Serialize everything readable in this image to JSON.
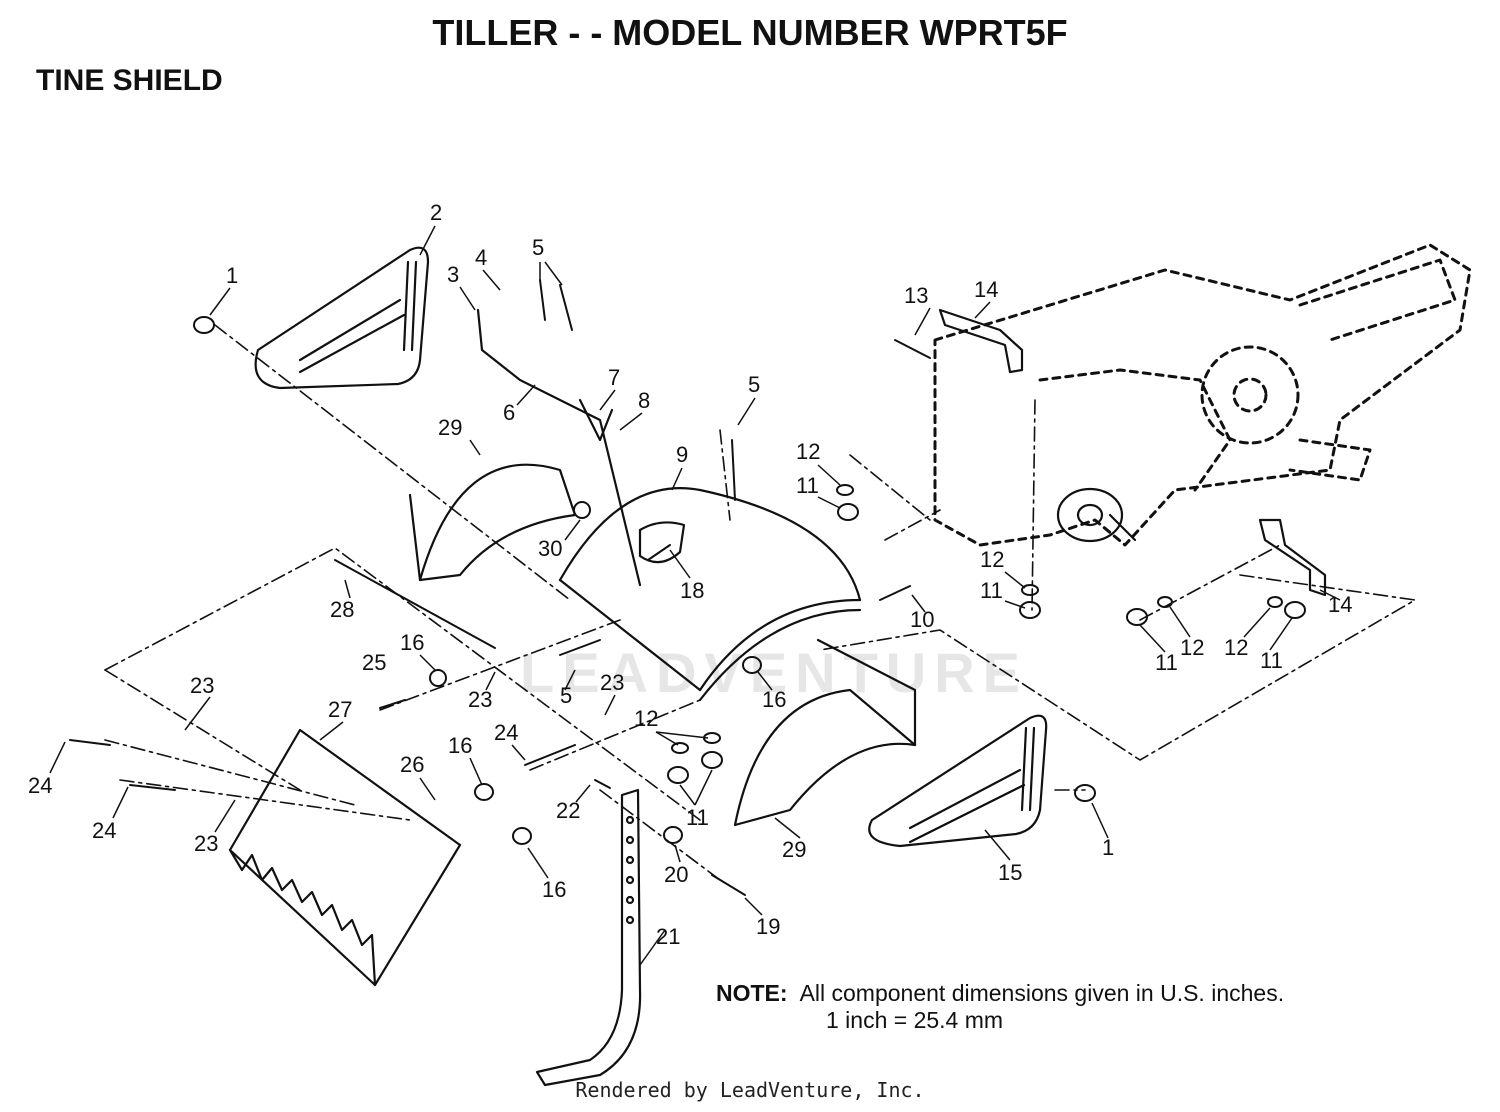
{
  "header": {
    "title": "TILLER - - MODEL NUMBER WPRT5F",
    "subtitle": "TINE SHIELD"
  },
  "watermark": "LEADVENTURE",
  "note": {
    "label": "NOTE:",
    "line1": "All component dimensions given in U.S. inches.",
    "line2": "1 inch = 25.4 mm"
  },
  "footer": "Rendered by LeadVenture, Inc.",
  "callouts": [
    {
      "id": "c1a",
      "text": "1"
    },
    {
      "id": "c2",
      "text": "2"
    },
    {
      "id": "c3",
      "text": "3"
    },
    {
      "id": "c4",
      "text": "4"
    },
    {
      "id": "c5a",
      "text": "5"
    },
    {
      "id": "c6",
      "text": "6"
    },
    {
      "id": "c7",
      "text": "7"
    },
    {
      "id": "c8",
      "text": "8"
    },
    {
      "id": "c29a",
      "text": "29"
    },
    {
      "id": "c9",
      "text": "9"
    },
    {
      "id": "c5b",
      "text": "5"
    },
    {
      "id": "c30",
      "text": "30"
    },
    {
      "id": "c18",
      "text": "18"
    },
    {
      "id": "c28",
      "text": "28"
    },
    {
      "id": "c13",
      "text": "13"
    },
    {
      "id": "c14a",
      "text": "14"
    },
    {
      "id": "c12a",
      "text": "12"
    },
    {
      "id": "c11a",
      "text": "11"
    },
    {
      "id": "c12b",
      "text": "12"
    },
    {
      "id": "c11b",
      "text": "11"
    },
    {
      "id": "c10",
      "text": "10"
    },
    {
      "id": "c14b",
      "text": "14"
    },
    {
      "id": "c11c",
      "text": "11"
    },
    {
      "id": "c12c",
      "text": "12"
    },
    {
      "id": "c12d",
      "text": "12"
    },
    {
      "id": "c11d",
      "text": "11"
    },
    {
      "id": "c16a",
      "text": "16"
    },
    {
      "id": "c25",
      "text": "25"
    },
    {
      "id": "c23a",
      "text": "23"
    },
    {
      "id": "c23b",
      "text": "23"
    },
    {
      "id": "c5c",
      "text": "5"
    },
    {
      "id": "c16b",
      "text": "16"
    },
    {
      "id": "c23c",
      "text": "23"
    },
    {
      "id": "c27",
      "text": "27"
    },
    {
      "id": "c24a",
      "text": "24"
    },
    {
      "id": "c24b",
      "text": "24"
    },
    {
      "id": "c23d",
      "text": "23"
    },
    {
      "id": "c26",
      "text": "26"
    },
    {
      "id": "c16c",
      "text": "16"
    },
    {
      "id": "c16d",
      "text": "16"
    },
    {
      "id": "c24c",
      "text": "24"
    },
    {
      "id": "c12e",
      "text": "12"
    },
    {
      "id": "c11e",
      "text": "11"
    },
    {
      "id": "c22",
      "text": "22"
    },
    {
      "id": "c20",
      "text": "20"
    },
    {
      "id": "c19",
      "text": "19"
    },
    {
      "id": "c21",
      "text": "21"
    },
    {
      "id": "c29b",
      "text": "29"
    },
    {
      "id": "c15",
      "text": "15"
    },
    {
      "id": "c1b",
      "text": "1"
    }
  ]
}
